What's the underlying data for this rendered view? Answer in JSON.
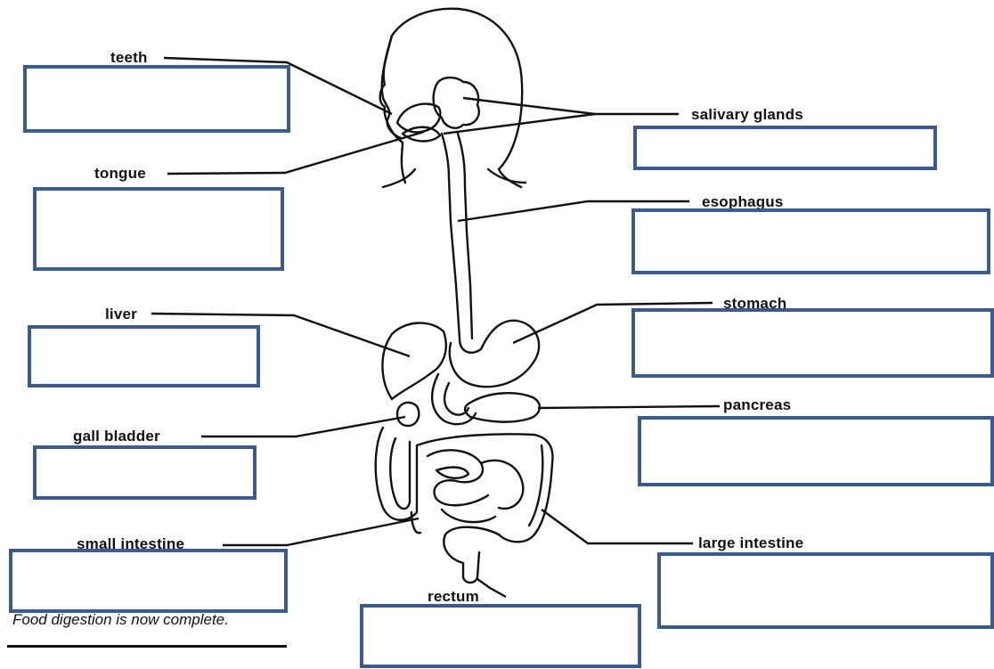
{
  "labels": {
    "teeth": "teeth",
    "tongue": "tongue",
    "liver": "liver",
    "gall_bladder": "gall bladder",
    "small_intestine": "small intestine",
    "salivary_glands": "salivary glands",
    "esophagus": "esophagus",
    "stomach": "stomach",
    "pancreas": "pancreas",
    "large_intestine": "large intestine",
    "rectum": "rectum"
  },
  "caption": "Food digestion is now complete.",
  "colors": {
    "box_border": "#3c5a8c",
    "line": "#111111",
    "background": "#ffffff"
  }
}
